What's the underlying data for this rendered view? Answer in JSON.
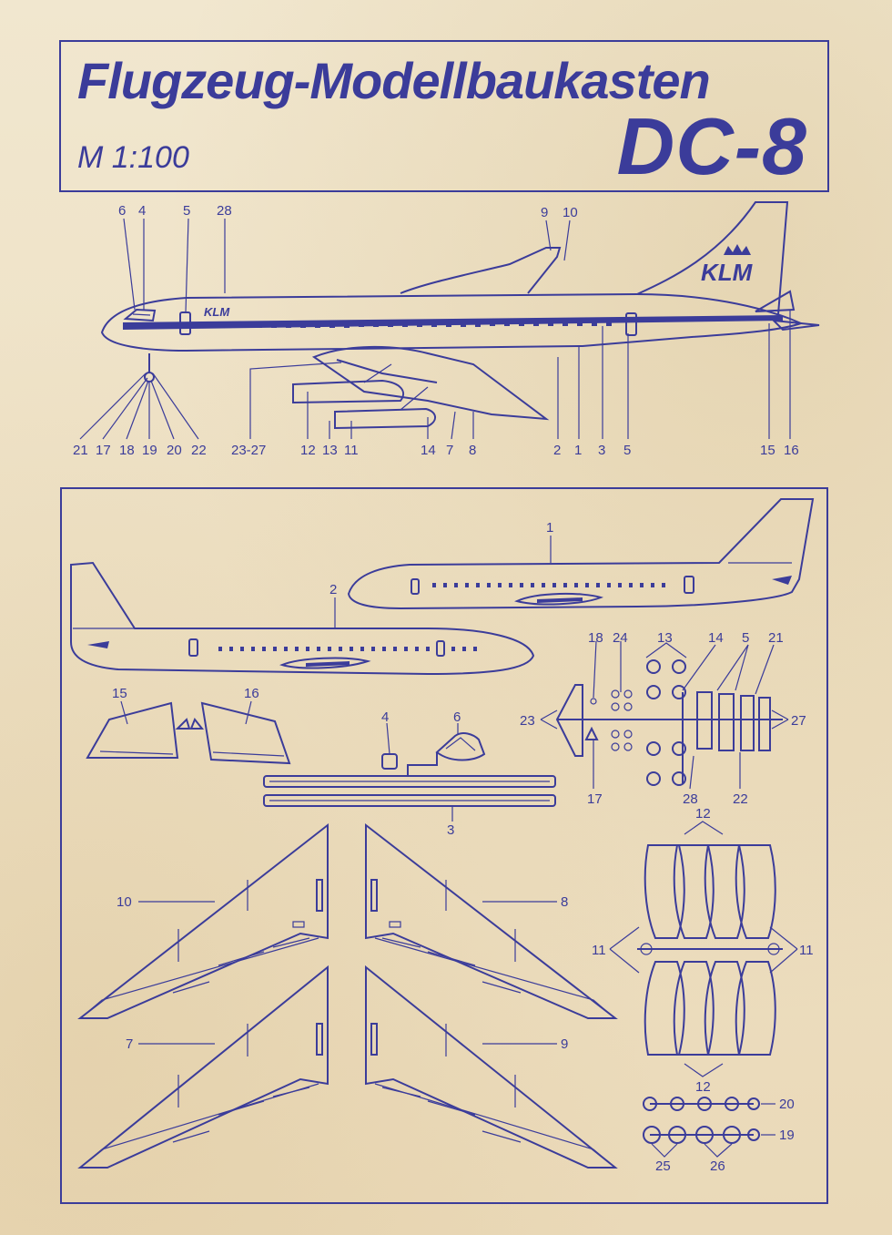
{
  "header": {
    "title": "Flugzeug-Modellbaukasten",
    "scale": "M 1:100",
    "model": "DC-8"
  },
  "airline": {
    "logo_text": "KLM",
    "brand_color": "#3b3c9a"
  },
  "colors": {
    "ink": "#3b3c9a",
    "paper": "#efe4ca"
  },
  "side_view": {
    "top_labels": [
      "6",
      "4",
      "5",
      "28",
      "9",
      "10"
    ],
    "bottom_labels": [
      "21",
      "17",
      "18",
      "19",
      "20",
      "22",
      "23-27",
      "12",
      "13",
      "11",
      "14",
      "7",
      "8",
      "2",
      "1",
      "3",
      "5",
      "15",
      "16"
    ]
  },
  "parts": {
    "fuselage_right": "1",
    "fuselage_left": "2",
    "stabilizer_left": "15",
    "stabilizer_right": "16",
    "nose_gear_part": "4",
    "cockpit_canopy": "6",
    "window_strips": "3",
    "sprue_labels": [
      "18",
      "24",
      "13",
      "14",
      "5",
      "21",
      "23",
      "27",
      "17",
      "28",
      "22"
    ],
    "wing_labels": [
      "10",
      "8",
      "7",
      "9"
    ],
    "engine_labels": [
      "12",
      "11",
      "11",
      "12"
    ],
    "wheel_labels": [
      "20",
      "19",
      "25",
      "26"
    ]
  }
}
